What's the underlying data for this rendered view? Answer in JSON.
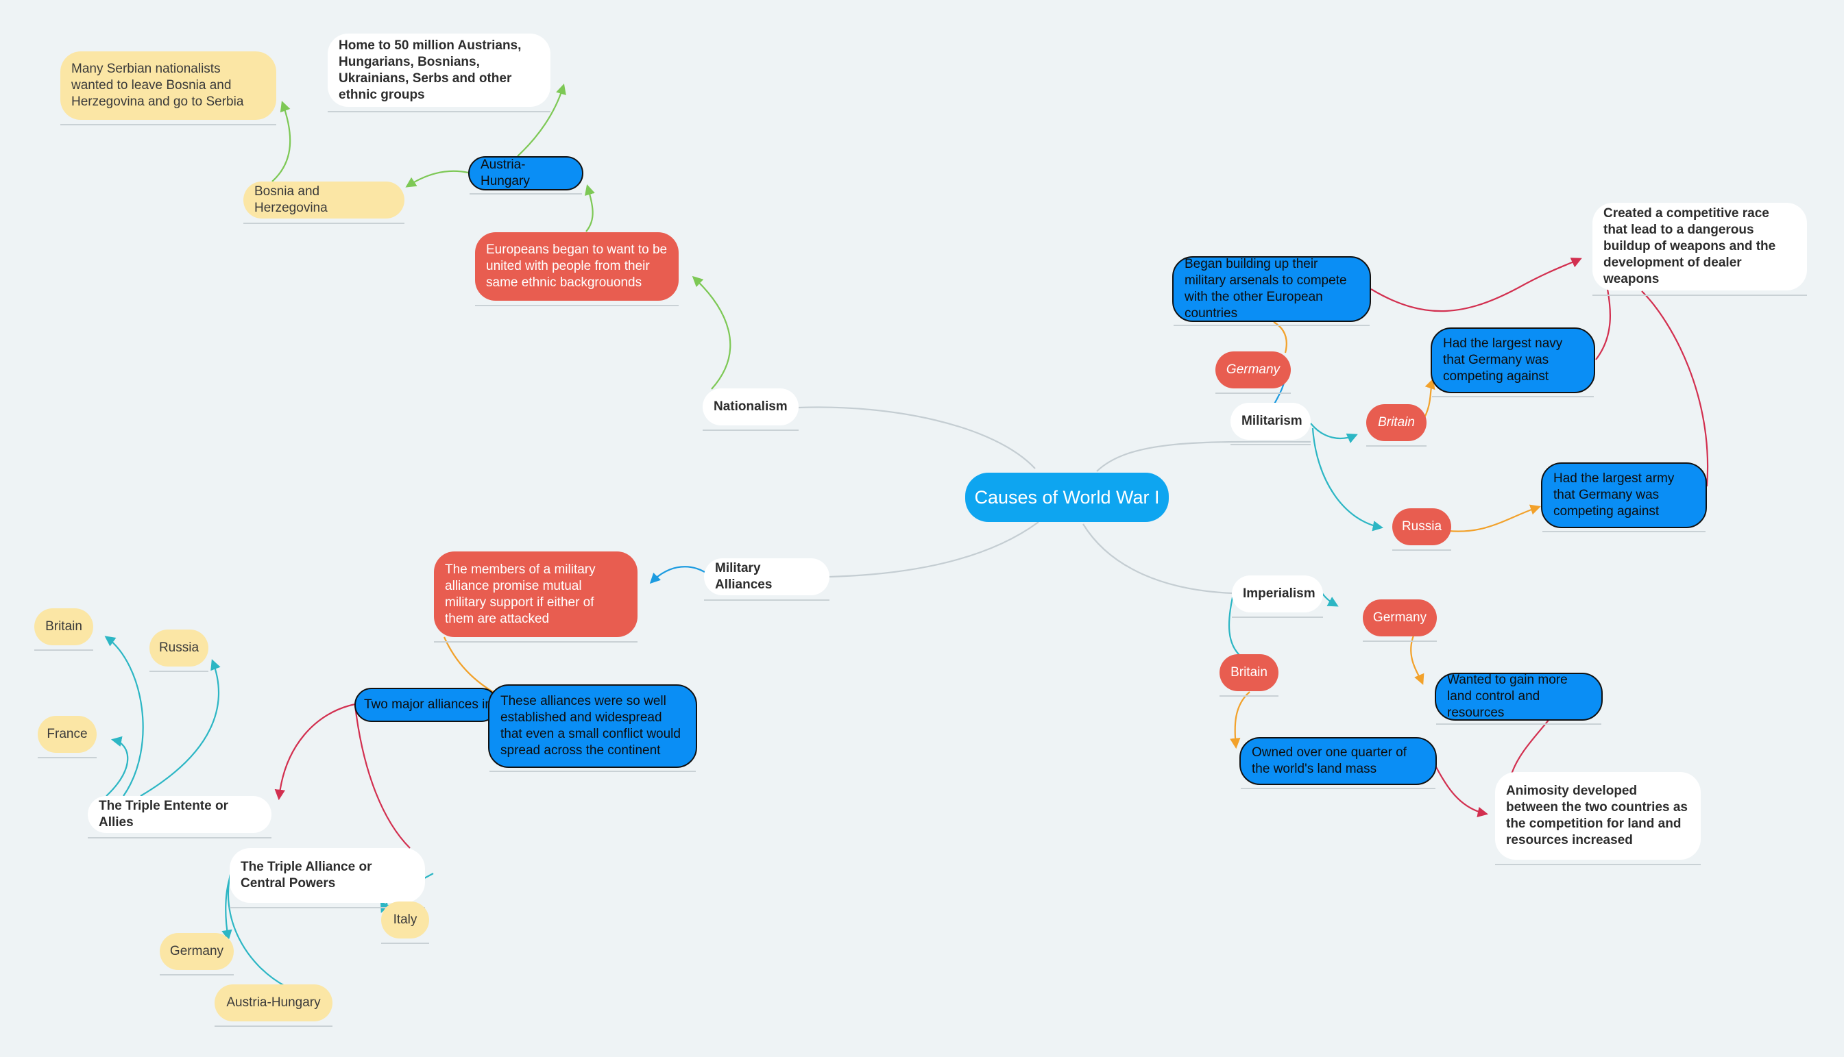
{
  "title": "Causes of World War I",
  "topics": {
    "nationalism": "Nationalism",
    "military_alliances": "Military Alliances",
    "militarism": "Militarism",
    "imperialism": "Imperialism"
  },
  "nationalism": {
    "europeans": "Europeans began to want to be united with people from their same ethnic backgrouonds",
    "austria_hungary": "Austria-Hungary",
    "home_to": "Home to 50 million Austrians, Hungarians, Bosnians, Ukrainians, Serbs and other ethnic groups",
    "bosnia": "Bosnia and Herzegovina",
    "serbian": "Many Serbian nationalists wanted to leave Bosnia and Herzegovina and go to Serbia"
  },
  "alliances": {
    "members": "The members of a military alliance promise mutual military support if either of them are attacked",
    "two_major": "Two major alliances in",
    "widespread": "These alliances were so well established and widespread that even a small conflict would spread across the continent",
    "entente": "The Triple Entente or Allies",
    "britain": "Britain",
    "russia": "Russia",
    "france": "France",
    "triple_alliance": "The Triple Alliance or Central Powers",
    "italy": "Italy",
    "germany": "Germany",
    "austria_hungary": "Austria-Hungary"
  },
  "militarism": {
    "began_building": "Began building up their military arsenals to compete with the other European countries",
    "germany": "Germany",
    "competitive_race": "Created a competitive race that lead to a dangerous buildup of weapons and the development of dealer weapons",
    "britain": "Britain",
    "largest_navy": "Had the largest navy that Germany was competing against",
    "russia": "Russia",
    "largest_army": "Had the largest army that Germany was competing against"
  },
  "imperialism": {
    "germany": "Germany",
    "wanted_land": "Wanted to gain more land control and resources",
    "britain": "Britain",
    "quarter": "Owned over one quarter of the world's land mass",
    "animosity": "Animosity developed between the two countries as the competition for land and resources increased"
  },
  "colors": {
    "root": "#0ea5f0",
    "red_node": "#e85d50",
    "blue_node": "#0a8ef5",
    "yellow_node": "#fbe6a5",
    "green_line": "#7dc855",
    "teal_line": "#2cb6c4",
    "orange_line": "#f2a12a",
    "crimson_line": "#d22f4f",
    "blue_line": "#1c9be0",
    "grey_line": "#c4cdd2",
    "background": "#eef3f5"
  }
}
